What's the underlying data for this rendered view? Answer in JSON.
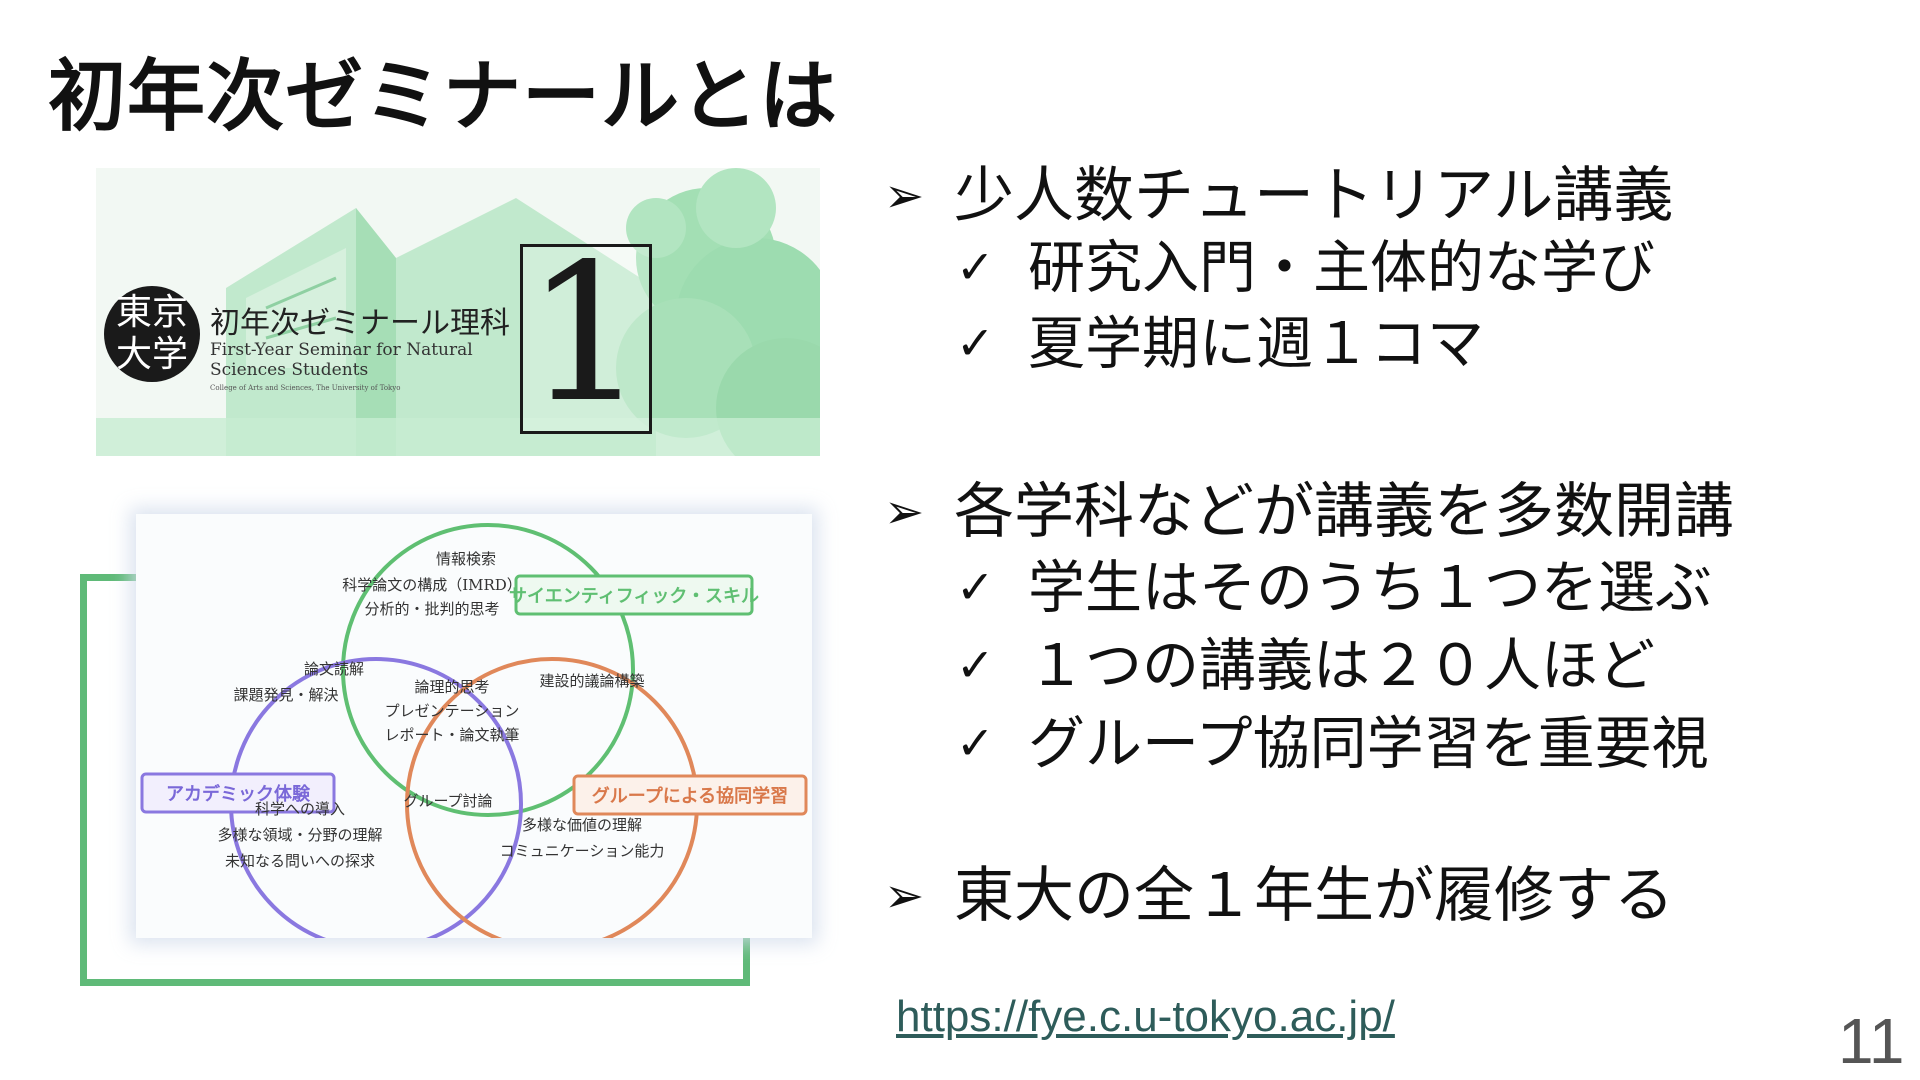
{
  "slide": {
    "title": "初年次ゼミナールとは",
    "page_number": "11",
    "link": "https://fye.c.u-tokyo.ac.jp/"
  },
  "banner": {
    "logo_lines": [
      "東京",
      "大学"
    ],
    "title_jp": "初年次ゼミナール理科",
    "title_en": "First-Year Seminar for Natural Sciences Students",
    "subtitle": "College of Arts and Sciences, The University of Tokyo",
    "number": "1"
  },
  "diagram": {
    "circles": {
      "scientific": {
        "label": "サイエンティフィック・スキル",
        "color": "#5fbf72",
        "items": [
          "情報検索",
          "科学論文の構成（IMRD）",
          "分析的・批判的思考"
        ]
      },
      "academic": {
        "label": "アカデミック体験",
        "color": "#8a78e0",
        "items": [
          "科学への導入",
          "多様な領域・分野の理解",
          "未知なる問いへの探求"
        ]
      },
      "group": {
        "label": "グループによる協同学習",
        "color": "#e0885a",
        "items": [
          "多様な価値の理解",
          "コミュニケーション能力"
        ]
      }
    },
    "overlaps": {
      "scientific_academic": [
        "論文読解",
        "課題発見・解決"
      ],
      "scientific_group": [
        "建設的議論構築"
      ],
      "academic_group": [
        "グループ討論"
      ],
      "center": [
        "論理的思考",
        "プレゼンテーション",
        "レポート・論文執筆"
      ]
    }
  },
  "bullets": [
    {
      "text": "少人数チュートリアル講義",
      "subs": [
        "研究入門・主体的な学び",
        "夏学期に週１コマ"
      ]
    },
    {
      "text": "各学科などが講義を多数開講",
      "subs": [
        "学生はそのうち１つを選ぶ",
        "１つの講義は２０人ほど",
        "グループ協同学習を重要視"
      ]
    },
    {
      "text": "東大の全１年生が履修する",
      "subs": []
    }
  ],
  "icons": {
    "bullet": "arrowhead-icon",
    "sub_bullet": "check-icon"
  },
  "symbols": {
    "arrow": "➢",
    "check": "✓"
  },
  "colors": {
    "accent_green": "#5fba78",
    "banner_green": "#a8e0b8",
    "link": "#2e5c5a"
  }
}
